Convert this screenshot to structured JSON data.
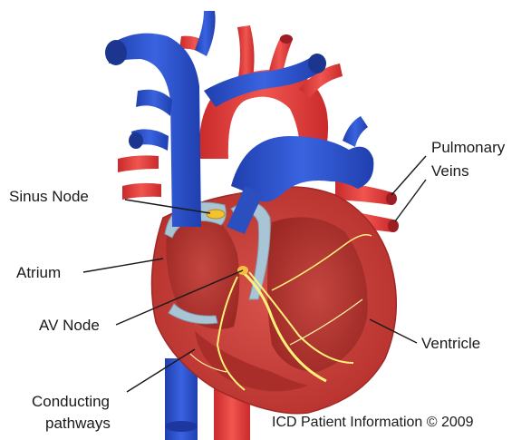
{
  "labels": {
    "sinus_node": "Sinus Node",
    "atrium": "Atrium",
    "av_node": "AV Node",
    "conducting_line1": "Conducting",
    "conducting_line2": "pathways",
    "pulmonary_line1": "Pulmonary",
    "pulmonary_line2": "Veins",
    "ventricle": "Ventricle"
  },
  "credit": "ICD Patient Information © 2009",
  "colors": {
    "vein_blue": "#2a4fc7",
    "artery_red": "#e0393a",
    "muscle_red": "#c93a34",
    "inner_chamber": "#b8322d",
    "septum": "#a9c4d4",
    "node_yellow": "#f2c230",
    "pathway_yellow": "#fff27a"
  }
}
